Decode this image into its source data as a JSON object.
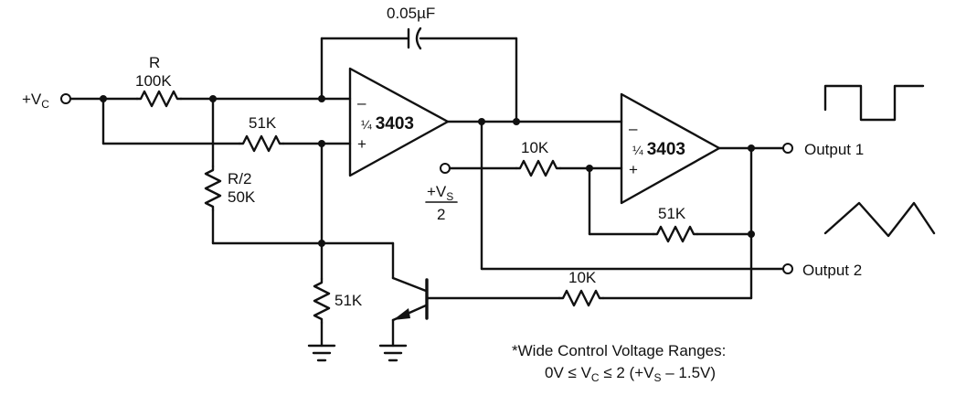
{
  "labels": {
    "capacitor": "0.05µF",
    "r_name": "R",
    "r_value": "100K",
    "r_feedback_top": "51K",
    "r_half_name": "R/2",
    "r_half_value": "50K",
    "r_bottom": "51K",
    "r_input2": "10K",
    "r_feedback2": "51K",
    "r_base": "10K",
    "opamp1_fraction": "¼",
    "opamp1_part": "3403",
    "opamp2_fraction": "¼",
    "opamp2_part": "3403",
    "minus": "–",
    "plus": "+",
    "vc_prefix": "+V",
    "vc_sub": "C",
    "vs_prefix": "+V",
    "vs_sub": "S",
    "vs_denominator": "2",
    "output1": "Output 1",
    "output2": "Output 2",
    "note_line1": "*Wide Control Voltage Ranges:",
    "note_line2": "0V ≤ V",
    "note_line2_sub1": "C",
    "note_line2_mid": " ≤ 2 (+V",
    "note_line2_sub2": "S",
    "note_line2_end": " – 1.5V)"
  },
  "waveforms": [
    "square-wave",
    "triangle-wave"
  ]
}
